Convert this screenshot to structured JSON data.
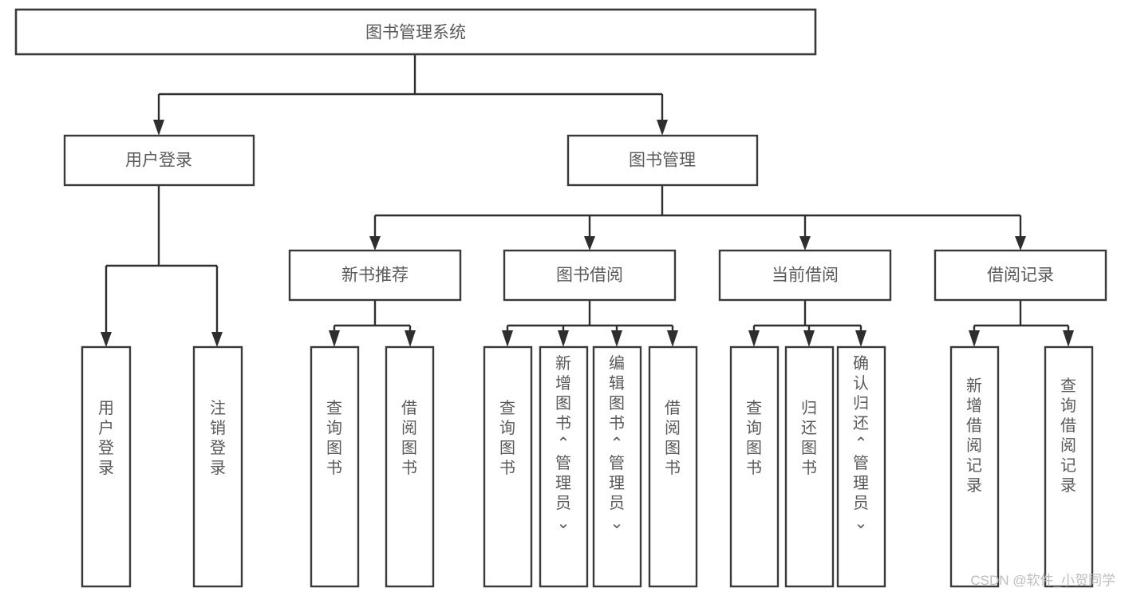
{
  "diagram": {
    "title": "图书管理系统",
    "type": "tree-hierarchy-chart",
    "orientation": "top-down",
    "colors": {
      "box_stroke": "#3a3a3a",
      "connector": "#2e2e2e",
      "text": "#5a5a5a",
      "background": "#ffffff",
      "watermark": "#bdbdbd"
    },
    "nodes": {
      "root": {
        "label": "图书管理系统",
        "level": 0
      },
      "user_login": {
        "label": "用户登录",
        "level": 1
      },
      "book_manage": {
        "label": "图书管理",
        "level": 1
      },
      "new_book_rec": {
        "label": "新书推荐",
        "level": 2
      },
      "book_borrow": {
        "label": "图书借阅",
        "level": 2
      },
      "current_borrow": {
        "label": "当前借阅",
        "level": 2
      },
      "borrow_record": {
        "label": "借阅记录",
        "level": 2
      },
      "leaf_user_login": {
        "label": "用户登录",
        "level": 3,
        "parent": "用户登录"
      },
      "leaf_logout": {
        "label": "注销登录",
        "level": 3,
        "parent": "用户登录"
      },
      "leaf_query_book_1": {
        "label": "查询图书",
        "level": 3,
        "parent": "新书推荐"
      },
      "leaf_borrow_book_1": {
        "label": "借阅图书",
        "level": 3,
        "parent": "新书推荐"
      },
      "leaf_query_book_2": {
        "label": "查询图书",
        "level": 3,
        "parent": "图书借阅"
      },
      "leaf_add_book": {
        "label": "新增图书（管理员）",
        "level": 3,
        "parent": "图书借阅"
      },
      "leaf_edit_book": {
        "label": "编辑图书（管理员）",
        "level": 3,
        "parent": "图书借阅"
      },
      "leaf_borrow_book_2": {
        "label": "借阅图书",
        "level": 3,
        "parent": "图书借阅"
      },
      "leaf_query_book_3": {
        "label": "查询图书",
        "level": 3,
        "parent": "当前借阅"
      },
      "leaf_return_book": {
        "label": "归还图书",
        "level": 3,
        "parent": "当前借阅"
      },
      "leaf_confirm_return": {
        "label": "确认归还（管理员）",
        "level": 3,
        "parent": "当前借阅"
      },
      "leaf_add_record": {
        "label": "新增借阅记录",
        "level": 3,
        "parent": "借阅记录"
      },
      "leaf_query_record": {
        "label": "查询借阅记录",
        "level": 3,
        "parent": "借阅记录"
      }
    },
    "edges": [
      {
        "from": "图书管理系统",
        "to": "用户登录"
      },
      {
        "from": "图书管理系统",
        "to": "图书管理"
      },
      {
        "from": "用户登录",
        "to": "用户登录"
      },
      {
        "from": "用户登录",
        "to": "注销登录"
      },
      {
        "from": "图书管理",
        "to": "新书推荐"
      },
      {
        "from": "图书管理",
        "to": "图书借阅"
      },
      {
        "from": "图书管理",
        "to": "当前借阅"
      },
      {
        "from": "图书管理",
        "to": "借阅记录"
      },
      {
        "from": "新书推荐",
        "to": "查询图书"
      },
      {
        "from": "新书推荐",
        "to": "借阅图书"
      },
      {
        "from": "图书借阅",
        "to": "查询图书"
      },
      {
        "from": "图书借阅",
        "to": "新增图书（管理员）"
      },
      {
        "from": "图书借阅",
        "to": "编辑图书（管理员）"
      },
      {
        "from": "图书借阅",
        "to": "借阅图书"
      },
      {
        "from": "当前借阅",
        "to": "查询图书"
      },
      {
        "from": "当前借阅",
        "to": "归还图书"
      },
      {
        "from": "当前借阅",
        "to": "确认归还（管理员）"
      },
      {
        "from": "借阅记录",
        "to": "新增借阅记录"
      },
      {
        "from": "借阅记录",
        "to": "查询借阅记录"
      }
    ]
  },
  "watermark": {
    "text": "CSDN @软件_小贺同学"
  }
}
